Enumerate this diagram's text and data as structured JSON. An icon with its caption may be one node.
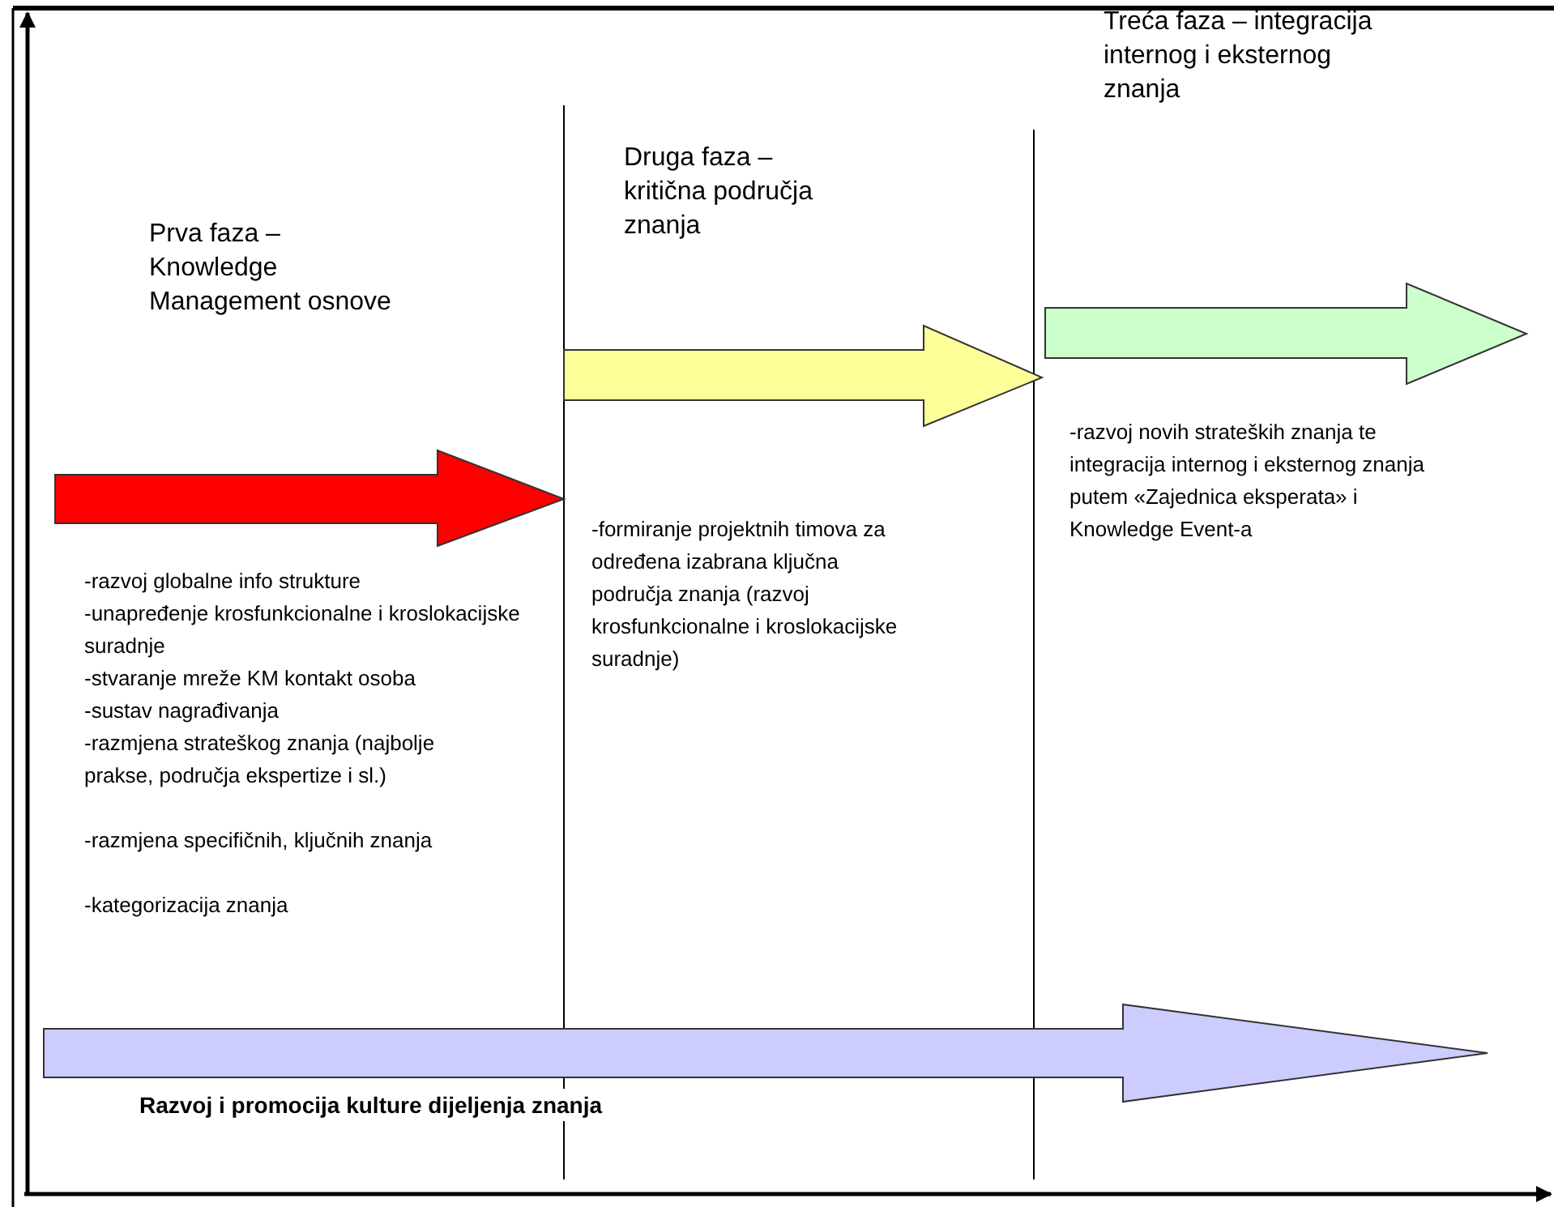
{
  "diagram": {
    "labels": [
      "Prva faza – Knowledge Management osnove",
      "-razvoj globalne info strukture",
      "-unapređenje krosfunkcionalne i kroslokacijske suradnje",
      "-stvaranje mreže KM kontakt osoba",
      "-sustav nagrađivanja",
      "-razmjena strateškog znanja (najbolje prakse, područja ekspertize i sl.)",
      "-razmjena specifičnih, ključnih znanja",
      "-kategorizacija znanja",
      "Druga faza – kritična područja znanja",
      "-formiranje projektnih timova za određena izabrana ključna područja znanja (razvoj krosfunkcionalne i kroslokacijske suradnje)",
      "Treća faza – integracija internog i eksternog znanja",
      "-razvoj novih strateških znanja te integracija internog i eksternog znanja putem «Zajednica eksperata» i Knowledge Event-a",
      "Razvoj i promocija kulture dijeljenja znanja"
    ]
  }
}
